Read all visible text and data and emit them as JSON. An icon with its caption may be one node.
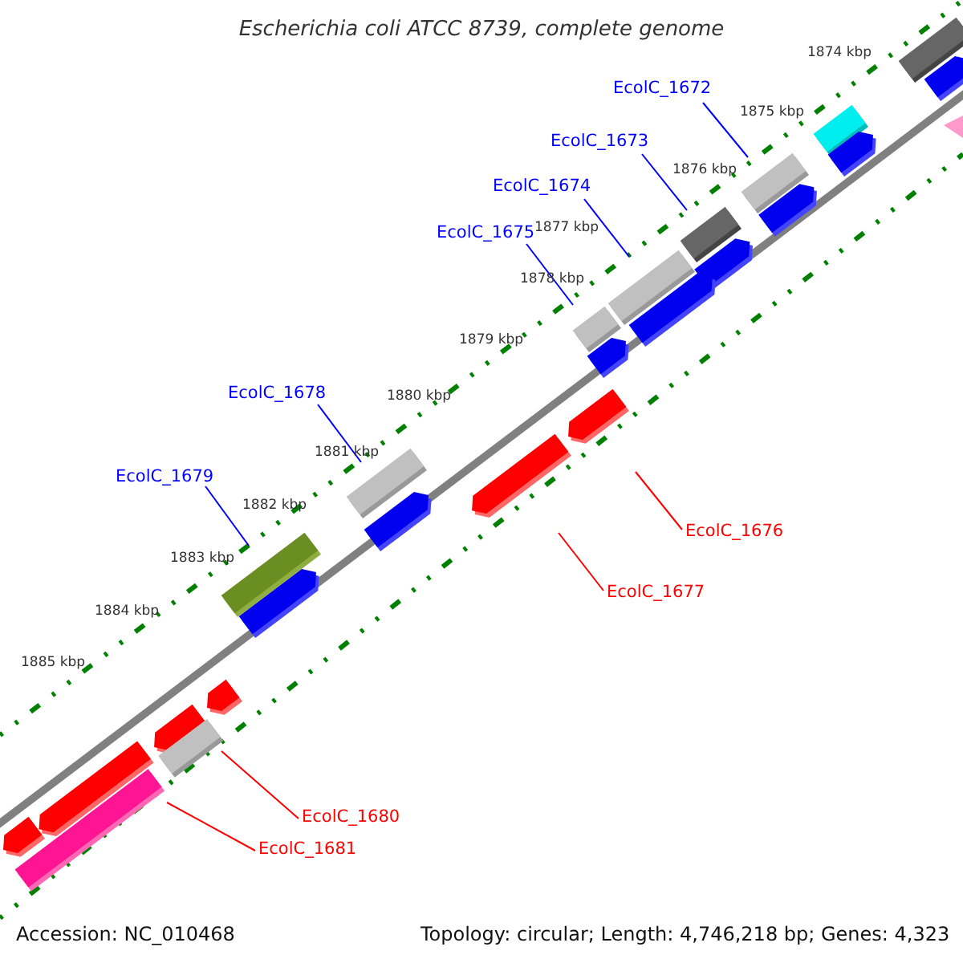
{
  "diagram": {
    "title": "Escherichia coli ATCC 8739, complete genome",
    "nodes": [
      {
        "text": [
          "EcolC_1672"
        ]
      },
      {
        "text": [
          "EcolC_1673"
        ]
      },
      {
        "text": [
          "EcolC_1674"
        ]
      },
      {
        "text": [
          "EcolC_1675"
        ]
      },
      {
        "text": [
          "EcolC_1678"
        ]
      },
      {
        "text": [
          "EcolC_1679"
        ]
      },
      {
        "text": [
          "EcolC_1676"
        ]
      },
      {
        "text": [
          "EcolC_1677"
        ]
      },
      {
        "text": [
          "EcolC_1680"
        ]
      },
      {
        "text": [
          "EcolC_1681"
        ]
      },
      {
        "text": [],
        "shape": "bar"
      },
      {
        "text": [],
        "shape": "bar"
      },
      {
        "text": [],
        "shape": "bar"
      },
      {
        "text": [],
        "shape": "bar"
      },
      {
        "text": [],
        "shape": "bar"
      },
      {
        "text": [],
        "shape": "bar"
      },
      {
        "text": [],
        "shape": "bar"
      },
      {
        "text": [],
        "shape": "bar"
      },
      {
        "text": [],
        "shape": "bar"
      },
      {
        "text": [],
        "shape": "bar"
      }
    ],
    "edges": [
      {
        "from": 0,
        "to": 10,
        "arrow": "none"
      },
      {
        "from": 1,
        "to": 11,
        "arrow": "none"
      },
      {
        "from": 2,
        "to": 12,
        "arrow": "none"
      },
      {
        "from": 3,
        "to": 13,
        "arrow": "none"
      },
      {
        "from": 4,
        "to": 16,
        "arrow": "none"
      },
      {
        "from": 5,
        "to": 17,
        "arrow": "none"
      },
      {
        "from": 6,
        "to": 14,
        "arrow": "none",
        "color": "#ff0000"
      },
      {
        "from": 7,
        "to": 15,
        "arrow": "none",
        "color": "#ff0000"
      },
      {
        "from": 8,
        "to": 18,
        "arrow": "none",
        "color": "#ff0000"
      },
      {
        "from": 9,
        "to": 19,
        "arrow": "none",
        "color": "#ff0000"
      }
    ],
    "labels": [
      "1874 kbp",
      "1875 kbp",
      "1876 kbp",
      "1877 kbp",
      "1878 kbp",
      "1879 kbp",
      "1880 kbp",
      "1881 kbp",
      "1882 kbp",
      "1883 kbp",
      "1884 kbp",
      "1885 kbp",
      "Accession: NC_010468",
      "Topology: circular; Length: 4,746,218 bp; Genes: 4,323"
    ]
  }
}
